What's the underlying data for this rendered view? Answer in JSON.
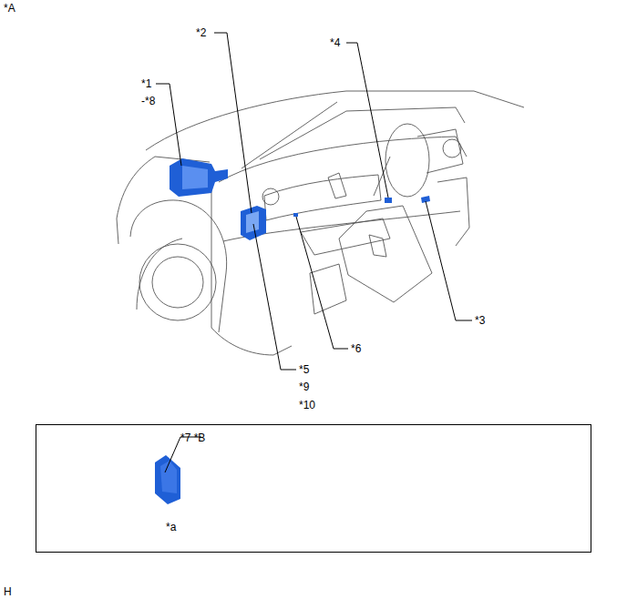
{
  "diagram": {
    "nodes": [
      {
        "text": [
          "*7 *B",
          "*a"
        ]
      }
    ],
    "labels": [
      "*A",
      "*1",
      "-*8",
      "*2",
      "*4",
      "*3",
      "*6",
      "*5",
      "*9",
      "*10",
      "H"
    ]
  }
}
